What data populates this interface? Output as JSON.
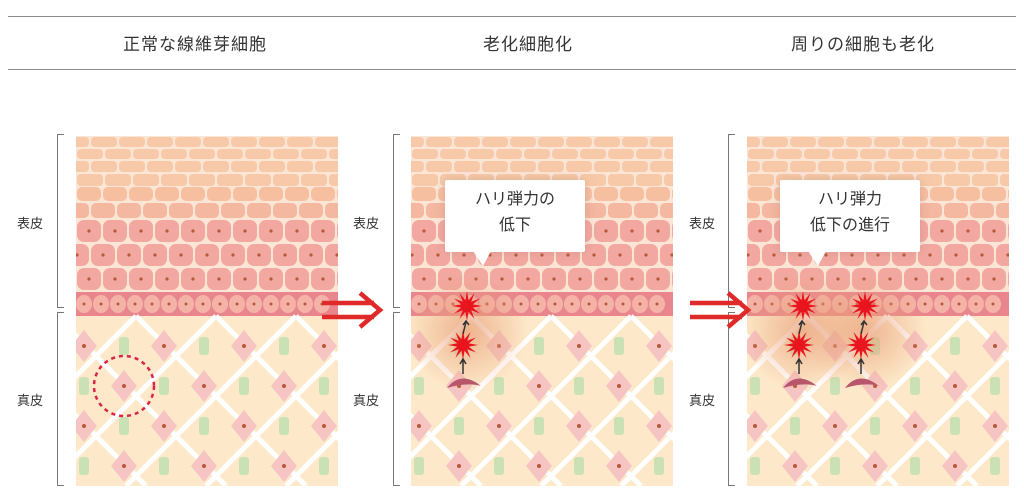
{
  "headers": [
    "正常な線維芽細胞",
    "老化細胞化",
    "周りの細胞も老化"
  ],
  "layers": {
    "epidermis": "表皮",
    "dermis": "真皮"
  },
  "bubbles": {
    "panel2": {
      "line1": "ハリ弾力の",
      "line2": "低下"
    },
    "panel3": {
      "line1": "ハリ弾力",
      "line2": "低下の進行"
    }
  },
  "colors": {
    "upper_cells": "#f7c9a8",
    "lower_cells": "#f2a8a0",
    "basal_band": "#e9868d",
    "dermis_bg": "#fde9c9",
    "collagen": "#ffffff",
    "elastin": "#c9e1b4",
    "fibroblast": "#f6c4c2",
    "nucleus": "#b85a3a",
    "senescent_burst": "#e8141e",
    "arrow": "#e02a2a",
    "highlight_circle": "#d9254a"
  },
  "icons": {
    "senescent": "red-starburst-icon",
    "transition": "double-right-arrow-icon",
    "highlight": "dashed-circle-icon"
  }
}
